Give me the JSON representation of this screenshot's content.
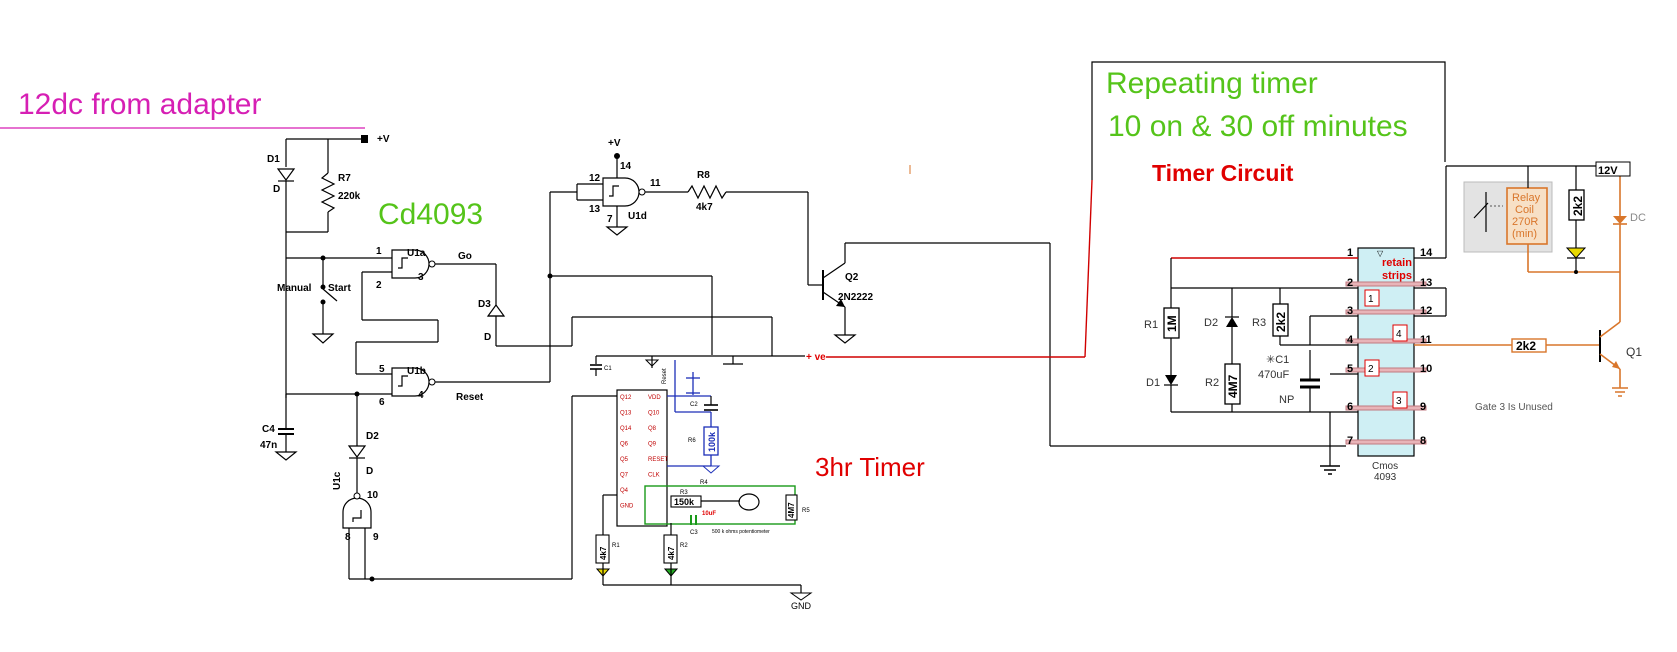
{
  "annotations": {
    "supply": "12dc from adapter",
    "ic_name": "Cd4093",
    "timer_3hr": "3hr Timer",
    "repeating_line1": "Repeating timer",
    "repeating_line2": "10 on & 30 off minutes",
    "timer_circuit": "Timer Circuit"
  },
  "left_circuit": {
    "vplus_label": "+V",
    "d1": "D1",
    "d1_type": "D",
    "r7": "R7",
    "r7_value": "220k",
    "c4": "C4",
    "c4_value": "47n",
    "manual": "Manual",
    "start": "Start",
    "u1a": "U1a",
    "u1b": "U1b",
    "u1c": "U1c",
    "u1d": "U1d",
    "go": "Go",
    "reset": "Reset",
    "d2": "D2",
    "d2_type": "D",
    "d3": "D3",
    "d3_type": "D",
    "r8": "R8",
    "r8_value": "4k7",
    "q2": "Q2",
    "q2_type": "2N2222",
    "vplus2": "+V",
    "pins": {
      "p1": "1",
      "p2": "2",
      "p3": "3",
      "p4": "4",
      "p5": "5",
      "p6": "6",
      "p7": "7",
      "p8": "8",
      "p9": "9",
      "p10": "10",
      "p11": "11",
      "p12": "12",
      "p13": "13",
      "p14": "14"
    }
  },
  "timer3hr_block": {
    "ic_pins_left": [
      "Q12",
      "Q13",
      "Q14",
      "Q6",
      "Q5",
      "Q7",
      "Q4",
      "GND"
    ],
    "ic_pins_right": [
      "VDD",
      "Q10",
      "Q8",
      "Q9",
      "RESET",
      "CLK",
      "",
      ""
    ],
    "c1": "C1",
    "c2": "C2",
    "r6": "R6",
    "r6_value": "100k",
    "r3": "R3",
    "r3_value": "150k",
    "r5": "R5",
    "r5_value": "4M7",
    "r4": "R4",
    "c3": "C3",
    "c3_value": "10uF",
    "pot": "500 k ohms potentiometer",
    "r1": "R1",
    "r1_value": "4k7",
    "r2": "R2",
    "r2_value": "4k7",
    "gnd": "GND",
    "plus_ve": "+ ve"
  },
  "right_circuit": {
    "pins_left": [
      "1",
      "2",
      "3",
      "4",
      "5",
      "6",
      "7"
    ],
    "pins_right": [
      "14",
      "13",
      "12",
      "11",
      "10",
      "9",
      "8"
    ],
    "r1": "R1",
    "r1_value": "1M",
    "d2": "D2",
    "r3": "R3",
    "r3_value": "2k2",
    "d1": "D1",
    "r2": "R2",
    "r2_value": "4M7",
    "c1": "C1",
    "c1_value": "470uF",
    "c1_type": "NP",
    "retain": "retain",
    "strips": "strips",
    "gates": [
      "1",
      "2",
      "3",
      "4"
    ],
    "ic_name": "Cmos",
    "ic_number": "4093",
    "relay_line1": "Relay",
    "relay_line2": "Coil",
    "relay_line3": "270R",
    "relay_line4": "(min)",
    "r_led": "2k2",
    "r_base": "2k2",
    "q1": "Q1",
    "v12": "12V",
    "gate_note": "Gate 3 Is Unused",
    "dc": "DC"
  },
  "colors": {
    "magenta": "#d61fb4",
    "green": "#55c41a",
    "red": "#e00000",
    "orange": "#d9762b",
    "blue": "#1c2fb8"
  }
}
